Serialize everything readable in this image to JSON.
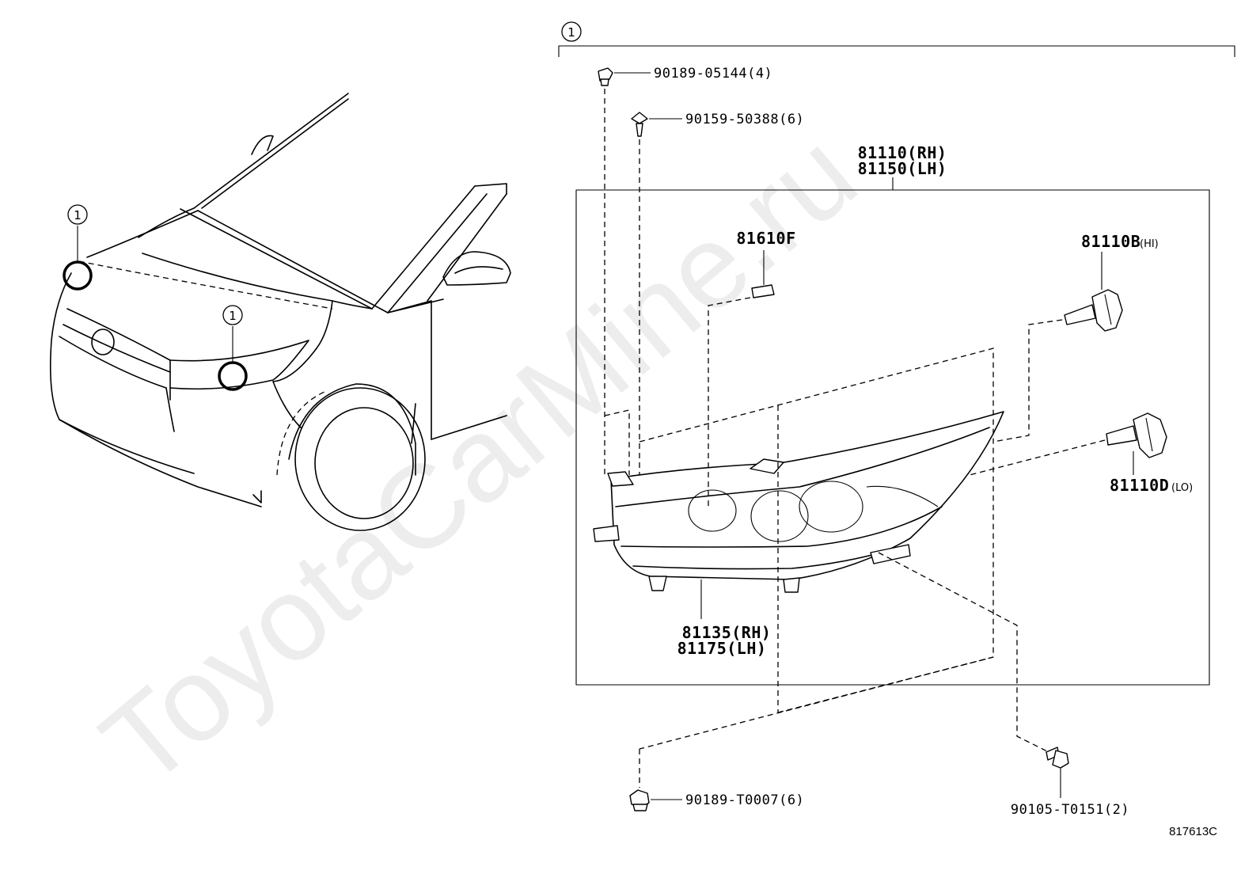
{
  "watermark": "ToyotaCarMine.ru",
  "diagram_id": "817613C",
  "callout_number": "1",
  "labels": {
    "clip": "90189-05144(4)",
    "screw_top": "90159-50388(6)",
    "headlamp_rh": "81110(RH)",
    "headlamp_lh": "81150(LH)",
    "bulb_small": "81610F",
    "bulb_hi_code": "81110B",
    "bulb_hi_suffix": "(HI)",
    "bulb_lo_code": "81110D",
    "bulb_lo_suffix": "(LO)",
    "cover_rh": "81135(RH)",
    "cover_lh": "81175(LH)",
    "nut_bottom": "90189-T0007(6)",
    "bolt_bottom": "90105-T0151(2)"
  }
}
